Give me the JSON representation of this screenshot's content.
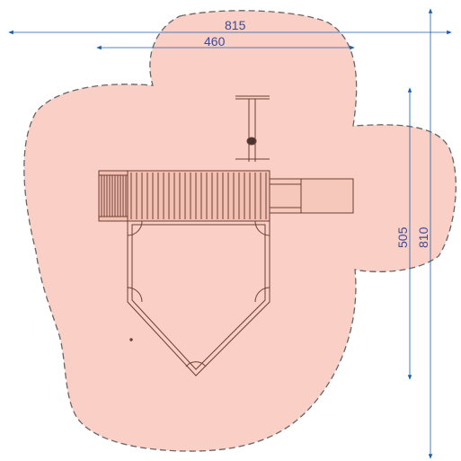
{
  "dimensions": {
    "total_width": "815",
    "inner_width": "460",
    "inner_height": "505",
    "total_height": "810"
  },
  "colors": {
    "safety_area_fill": "#f9cfc6",
    "safety_area_border": "#666666",
    "dimension_line": "#1a5fa8",
    "dimension_text": "#3a4a9a",
    "equipment_line": "#6b3f32",
    "equipment_fill": "#f3c1b4"
  }
}
